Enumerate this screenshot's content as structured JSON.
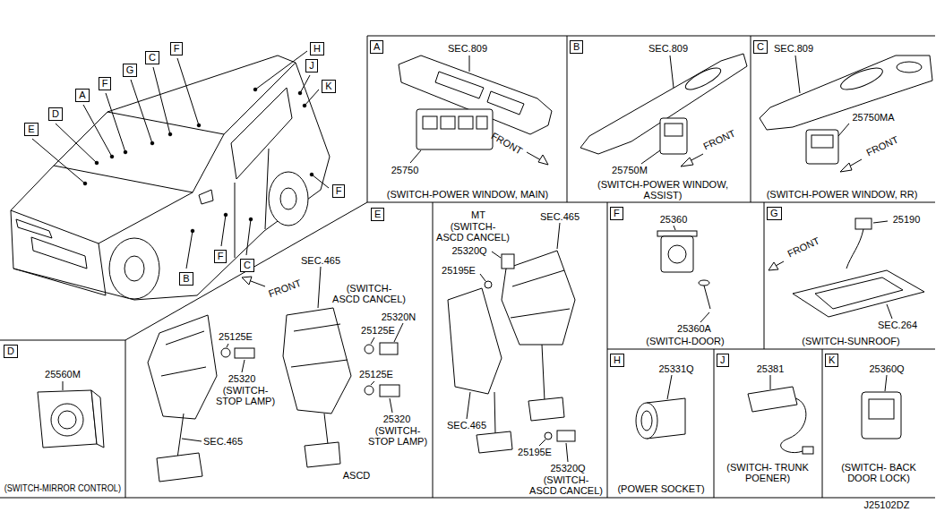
{
  "diagram": {
    "nodes": [
      {
        "text": [
          "E"
        ]
      },
      {
        "text": [
          "D"
        ]
      },
      {
        "text": [
          "A"
        ]
      },
      {
        "text": [
          "F"
        ]
      },
      {
        "text": [
          "G"
        ]
      },
      {
        "text": [
          "C"
        ]
      },
      {
        "text": [
          "F"
        ]
      },
      {
        "text": [
          "H"
        ]
      },
      {
        "text": [
          "J"
        ]
      },
      {
        "text": [
          "K"
        ]
      },
      {
        "text": [
          "F"
        ]
      },
      {
        "text": [
          "C"
        ]
      },
      {
        "text": [
          "F"
        ]
      },
      {
        "text": [
          "B"
        ]
      },
      {
        "text": [
          "(SWITCH-POWER WINDOW, MAIN)"
        ]
      },
      {
        "text": [
          "A"
        ],
        "in": 14
      },
      {
        "text": [
          "(SWITCH-POWER WINDOW, ASSIST)"
        ]
      },
      {
        "text": [
          "B"
        ],
        "in": 16
      },
      {
        "text": [
          "(SWITCH-POWER WINDOW, RR)"
        ]
      },
      {
        "text": [
          "C"
        ],
        "in": 18
      },
      {
        "text": [
          "(SWITCH-MIRROR CONTROL)"
        ]
      },
      {
        "text": [
          "D"
        ],
        "in": 20
      },
      {
        "text": [
          "(SWITCH- ASCD CANCEL)"
        ]
      },
      {
        "text": [
          "E"
        ],
        "in": 22
      },
      {
        "text": [
          "(SWITCH-DOOR)"
        ]
      },
      {
        "text": [
          "F"
        ],
        "in": 24
      },
      {
        "text": [
          "(SWITCH-SUNROOF)"
        ]
      },
      {
        "text": [
          "G"
        ],
        "in": 26
      },
      {
        "text": [
          "(POWER SOCKET)"
        ]
      },
      {
        "text": [
          "H"
        ],
        "in": 28
      },
      {
        "text": [
          "(SWITCH- TRUNK POENER)"
        ]
      },
      {
        "text": [
          "J"
        ],
        "in": 30
      },
      {
        "text": [
          "(SWITCH- BACK DOOR LOCK)"
        ]
      },
      {
        "text": [
          "K"
        ],
        "in": 32
      }
    ],
    "labels": [
      "SEC.809",
      "FRONT",
      "25750",
      "SEC.809",
      "FRONT",
      "25750M",
      "SEC.809",
      "25750MA",
      "FRONT",
      "25560M",
      "SEC.465",
      "FRONT",
      "(SWITCH- ASCD CANCEL)",
      "25320N",
      "25125E",
      "25125E",
      "25125E",
      "25320",
      "(SWITCH- STOP LAMP)",
      "SEC.465",
      "25320",
      "(SWITCH- STOP LAMP)",
      "ASCD",
      "MT",
      "(SWITCH- ASCD CANCEL)",
      "25320Q",
      "SEC.465",
      "25195E",
      "SEC.465",
      "25195E",
      "25320Q",
      "25360",
      "25360A",
      "25190",
      "FRONT",
      "SEC.264",
      "25331Q",
      "25381",
      "25360Q",
      "J25102DZ"
    ]
  }
}
